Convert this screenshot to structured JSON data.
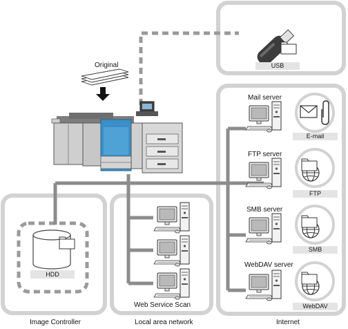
{
  "labels": {
    "original": "Original",
    "usb": "USB",
    "mail_server": "Mail server",
    "email": "E-mail",
    "ftp_server": "FTP server",
    "ftp": "FTP",
    "smb_server": "SMB server",
    "smb": "SMB",
    "webdav_server": "WebDAV server",
    "webdav": "WebDAV",
    "hdd": "HDD",
    "web_service_scan": "Web Service Scan",
    "image_controller": "Image Controller",
    "local_area_network": "Local area network",
    "internet": "Internet"
  },
  "colors": {
    "group_border": "#d2d2d2",
    "cable": "#8c8c8c",
    "dashed_cable": "#999999",
    "accent_blue": "#3a8fc6",
    "label_box": "#e4e4e4"
  },
  "icons": [
    "usb-drive-icon",
    "folder-icon",
    "mail-icon",
    "globe-icon",
    "hdd-icon",
    "printer-icon",
    "computer-icon",
    "arrow-down-icon",
    "paper-stack-icon"
  ]
}
